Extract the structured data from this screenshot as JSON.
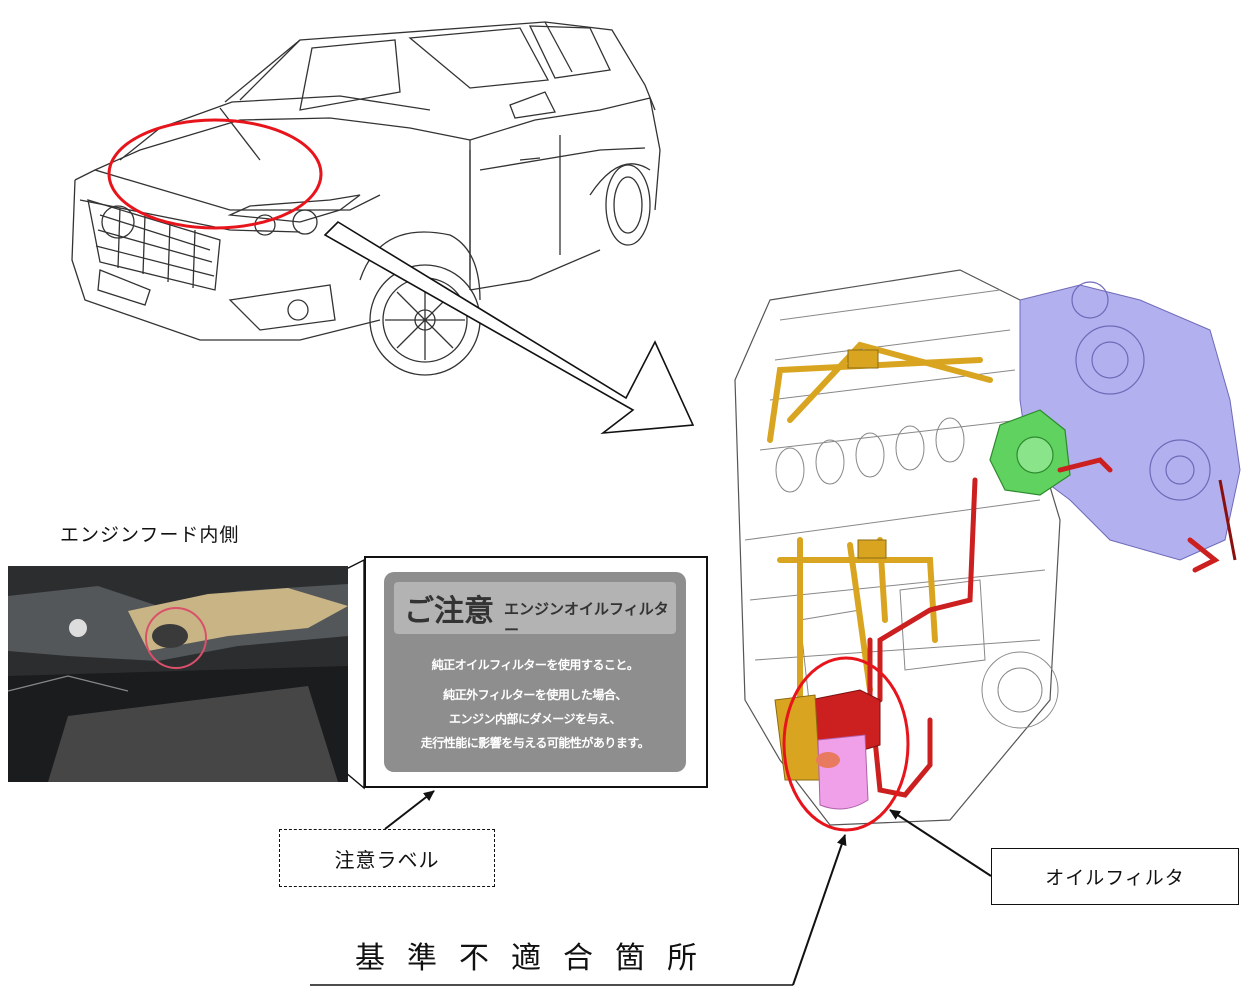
{
  "hood_caption": "エンジンフード内側",
  "caution_label": {
    "title": "ご注意",
    "subtitle": "エンジンオイルフィルター",
    "lines": [
      "純正オイルフィルターを使用すること。",
      "純正外フィルターを使用した場合、",
      "エンジン内部にダメージを与え、",
      "走行性能に影響を与える可能性があります。"
    ]
  },
  "callouts": {
    "caution_label": "注意ラベル",
    "oil_filter": "オイルフィルタ",
    "nonconforming": "基準不適合箇所"
  },
  "colors": {
    "highlight": "#e8141c",
    "turbo": "#b3b0f0",
    "pump": "#5fd25f",
    "pipe_gold": "#d9a520",
    "pipe_red": "#cc1f1f",
    "filter": "#f0a0e8"
  }
}
